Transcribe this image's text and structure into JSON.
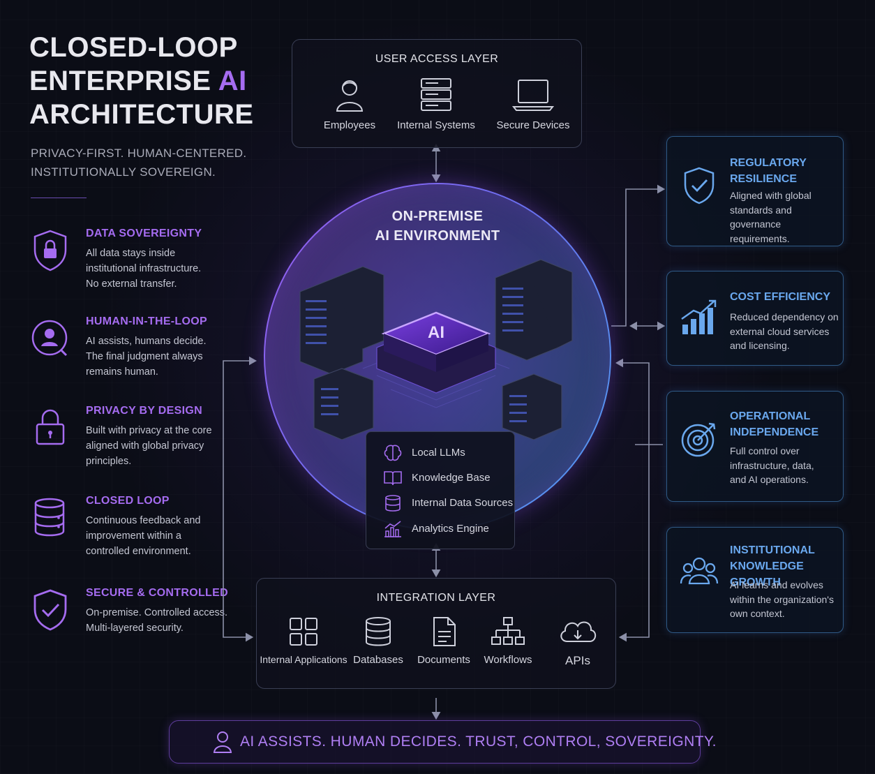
{
  "title": {
    "line1": "CLOSED-LOOP",
    "line2_prefix": "ENTERPRISE ",
    "line2_accent": "AI",
    "line3": "ARCHITECTURE"
  },
  "subtitle": {
    "line1": "PRIVACY-FIRST. HUMAN-CENTERED.",
    "line2": "INSTITUTIONALLY SOVEREIGN."
  },
  "features": [
    {
      "icon": "padlock-shield-icon",
      "title": "DATA SOVEREIGNTY",
      "lines": [
        "All data stays inside",
        "institutional infrastructure.",
        "No external transfer."
      ]
    },
    {
      "icon": "person-circle-icon",
      "title": "HUMAN-IN-THE-LOOP",
      "lines": [
        "AI assists, humans decide.",
        "The final judgment always",
        "remains human."
      ]
    },
    {
      "icon": "padlock-icon",
      "title": "PRIVACY BY DESIGN",
      "lines": [
        "Built with privacy at the core",
        "aligned with global privacy",
        "principles."
      ]
    },
    {
      "icon": "database-icon",
      "title": "CLOSED LOOP",
      "lines": [
        "Continuous feedback and",
        "improvement within a",
        "controlled environment."
      ]
    },
    {
      "icon": "shield-check-icon",
      "title": "SECURE & CONTROLLED",
      "lines": [
        "On-premise. Controlled access.",
        "Multi-layered security."
      ]
    }
  ],
  "user_access": {
    "title": "USER ACCESS LAYER",
    "items": [
      {
        "icon": "employee-icon",
        "label": "Employees"
      },
      {
        "icon": "server-stack-icon",
        "label": "Internal Systems"
      },
      {
        "icon": "laptop-icon",
        "label": "Secure Devices"
      }
    ]
  },
  "core": {
    "title_line1": "ON-PREMISE",
    "title_line2": "AI ENVIRONMENT",
    "chip_label": "AI",
    "stack": [
      {
        "icon": "brain-icon",
        "label": "Local LLMs"
      },
      {
        "icon": "book-icon",
        "label": "Knowledge Base"
      },
      {
        "icon": "database-icon",
        "label": "Internal Data Sources"
      },
      {
        "icon": "analytics-icon",
        "label": "Analytics Engine"
      }
    ]
  },
  "integration": {
    "title": "INTEGRATION LAYER",
    "items": [
      {
        "icon": "app-grid-icon",
        "label": "Internal Applications"
      },
      {
        "icon": "database-icon",
        "label": "Databases"
      },
      {
        "icon": "document-icon",
        "label": "Documents"
      },
      {
        "icon": "workflow-icon",
        "label": "Workflows"
      },
      {
        "icon": "cloud-icon",
        "label": "APIs"
      }
    ]
  },
  "benefits": [
    {
      "icon": "shield-check-icon",
      "title": [
        "REGULATORY",
        "RESILIENCE"
      ],
      "lines": [
        "Aligned with global",
        "standards and governance",
        "requirements."
      ]
    },
    {
      "icon": "growth-chart-icon",
      "title": [
        "COST EFFICIENCY"
      ],
      "lines": [
        "Reduced dependency on",
        "external cloud services",
        "and licensing."
      ]
    },
    {
      "icon": "target-icon",
      "title": [
        "OPERATIONAL",
        "INDEPENDENCE"
      ],
      "lines": [
        "Full control over",
        "infrastructure, data,",
        "and AI operations."
      ]
    },
    {
      "icon": "people-group-icon",
      "title": [
        "INSTITUTIONAL",
        "KNOWLEDGE GROWTH"
      ],
      "lines": [
        "AI learns and evolves",
        "within the organization's",
        "own context."
      ]
    }
  ],
  "banner": {
    "icon": "person-icon",
    "text": "AI ASSISTS. HUMAN DECIDES. TRUST, CONTROL, SOVEREIGNTY."
  },
  "colors": {
    "purple": "#a56cf0",
    "blue": "#6aa8ee",
    "background": "#0b0d16"
  }
}
